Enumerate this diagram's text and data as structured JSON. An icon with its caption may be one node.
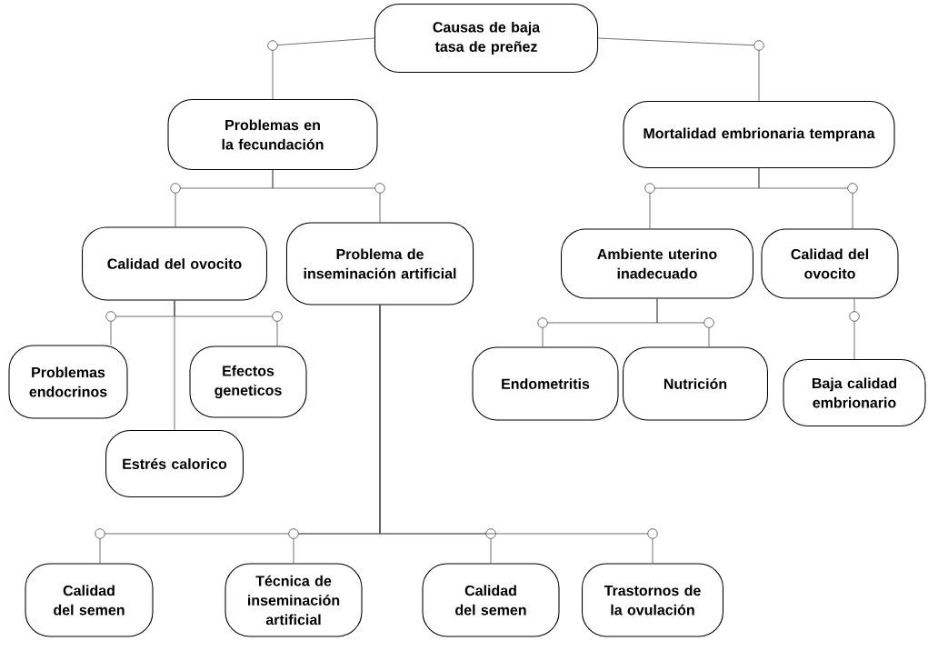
{
  "diagram": {
    "nodes": [
      {
        "text": [
          "Causas de baja tasa de preñez"
        ]
      },
      {
        "text": [
          "Problemas en la fecundación"
        ]
      },
      {
        "text": [
          "Mortalidad embrionaria temprana"
        ]
      },
      {
        "text": [
          "Calidad del ovocito"
        ]
      },
      {
        "text": [
          "Problema de inseminación artificial"
        ]
      },
      {
        "text": [
          "Ambiente uterino inadecuado"
        ]
      },
      {
        "text": [
          "Calidad del ovocito"
        ]
      },
      {
        "text": [
          "Problemas endocrinos"
        ]
      },
      {
        "text": [
          "Efectos geneticos"
        ]
      },
      {
        "text": [
          "Estrés calorico"
        ]
      },
      {
        "text": [
          "Endometritis"
        ]
      },
      {
        "text": [
          "Nutrición"
        ]
      },
      {
        "text": [
          "Baja calidad embrionario"
        ]
      },
      {
        "text": [
          "Calidad del semen"
        ]
      },
      {
        "text": [
          "Técnica de inseminación artificial"
        ]
      },
      {
        "text": [
          "Calidad del semen"
        ]
      },
      {
        "text": [
          "Trastornos de la ovulación"
        ]
      }
    ],
    "edges": [
      {
        "from": 0,
        "to": 1,
        "arrow": "none"
      },
      {
        "from": 0,
        "to": 2,
        "arrow": "none"
      },
      {
        "from": 1,
        "to": 3,
        "arrow": "none"
      },
      {
        "from": 1,
        "to": 4,
        "arrow": "none"
      },
      {
        "from": 2,
        "to": 5,
        "arrow": "none"
      },
      {
        "from": 2,
        "to": 6,
        "arrow": "none"
      },
      {
        "from": 3,
        "to": 7,
        "arrow": "none"
      },
      {
        "from": 3,
        "to": 8,
        "arrow": "none"
      },
      {
        "from": 3,
        "to": 9,
        "arrow": "none"
      },
      {
        "from": 4,
        "to": 13,
        "arrow": "none"
      },
      {
        "from": 4,
        "to": 14,
        "arrow": "none"
      },
      {
        "from": 4,
        "to": 15,
        "arrow": "none"
      },
      {
        "from": 4,
        "to": 16,
        "arrow": "none"
      },
      {
        "from": 5,
        "to": 10,
        "arrow": "none"
      },
      {
        "from": 5,
        "to": 11,
        "arrow": "none"
      },
      {
        "from": 6,
        "to": 12,
        "arrow": "none"
      }
    ]
  }
}
